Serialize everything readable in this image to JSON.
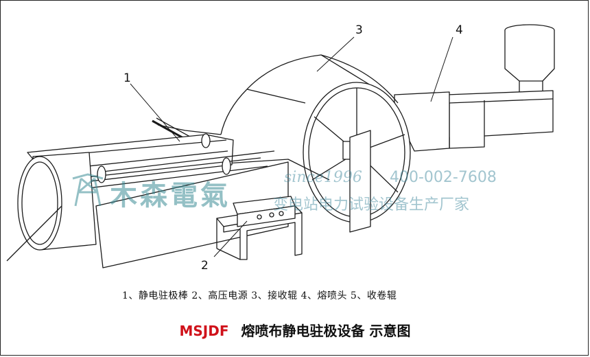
{
  "callouts": {
    "n1": "1",
    "n2": "2",
    "n3": "3",
    "n4": "4"
  },
  "legend": "1、静电驻极棒   2、高压电源   3、接收辊   4、熔喷头   5、收卷辊",
  "caption": {
    "model": "MSJDF",
    "title": "熔喷布静电驻极设备 示意图"
  },
  "watermark": {
    "brand": "木森電氣",
    "since": "since1996",
    "phone": "400-002-7608",
    "slogan": "变电站电力试验设备生产厂家",
    "logo_icon": "pylon-logo-icon",
    "color": "#3c8c96"
  },
  "colors": {
    "caption_model": "#d0121b",
    "line": "#1a1a1a"
  }
}
